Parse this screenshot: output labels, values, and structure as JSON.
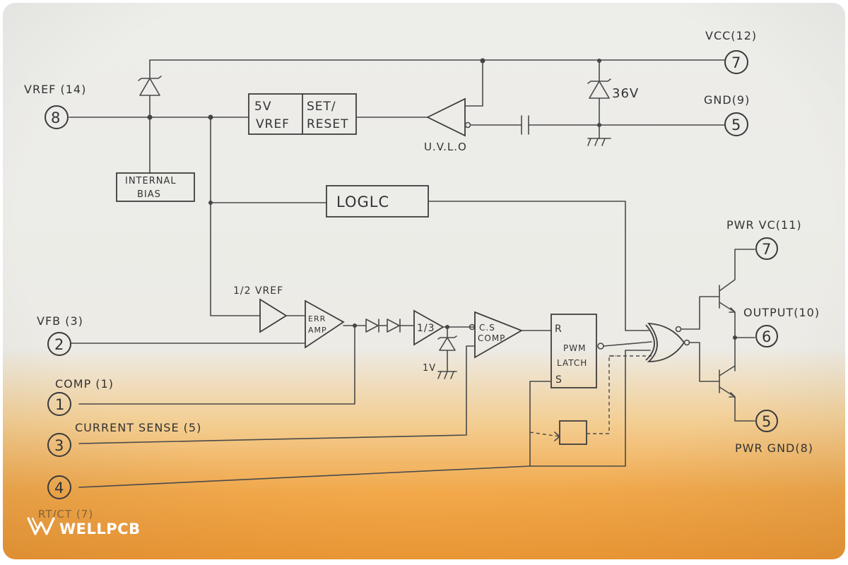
{
  "pins": {
    "vref": {
      "label": "VREF (14)",
      "num": "8"
    },
    "vcc": {
      "label": "VCC(12)",
      "num": "7"
    },
    "gnd": {
      "label": "GND(9)",
      "num": "5"
    },
    "vfb": {
      "label": "VFB (3)",
      "num": "2"
    },
    "comp": {
      "label": "COMP (1)",
      "num": "1"
    },
    "cs": {
      "label": "CURRENT SENSE (5)",
      "num": "3"
    },
    "rtct": {
      "label": "RT/CT (7)",
      "num": "4"
    },
    "pwrvc": {
      "label": "PWR VC(11)",
      "num": "7"
    },
    "out": {
      "label": "OUTPUT(10)",
      "num": "6"
    },
    "pwrgnd": {
      "label": "PWR GND(8)",
      "num": "5"
    }
  },
  "blocks": {
    "vref5_line1": "5V",
    "vref5_line2": "VREF",
    "setreset_line1": "SET/",
    "setreset_line2": "RESET",
    "bias_line1": "INTERNAL",
    "bias_line2": "BIAS",
    "logic": "LOGLC",
    "uvlo": "U.V.L.O",
    "zener36": "36V",
    "halfvref": "1/2 VREF",
    "err_line1": "ERR",
    "err_line2": "AMP",
    "third": "1/3",
    "one_volt": "1V",
    "cs_line1": "C.S",
    "cs_line2": "COMP",
    "latch_r": "R",
    "latch_line1": "PWM",
    "latch_line2": "LATCH",
    "latch_s": "S"
  },
  "logo": {
    "text": "WELLPCB",
    "icon": "wellpcb-logo-icon"
  },
  "colors": {
    "paper": "#efefec",
    "accent": "#f0a040"
  }
}
